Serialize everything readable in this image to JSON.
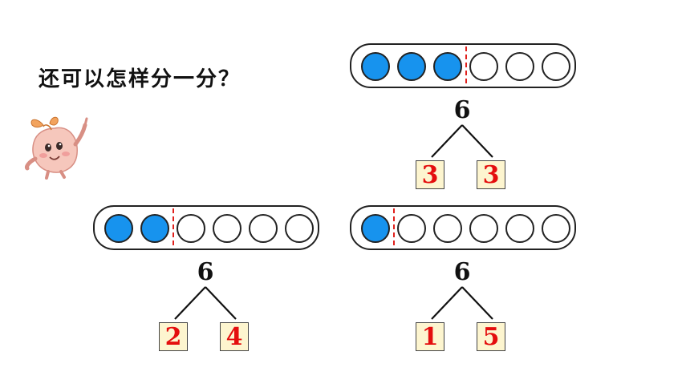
{
  "question": "还可以怎样分一分？",
  "colors": {
    "filled": "#1793ee",
    "divider": "#e0201c",
    "number": "#e40e0e",
    "box": "#fdf5cf"
  },
  "mascot": {
    "icon": "peach-mascot-icon"
  },
  "groups": [
    {
      "total": "6",
      "filled_count": 3,
      "circle_count": 6,
      "left": "3",
      "right": "3"
    },
    {
      "total": "6",
      "filled_count": 2,
      "circle_count": 6,
      "left": "2",
      "right": "4"
    },
    {
      "total": "6",
      "filled_count": 1,
      "circle_count": 6,
      "left": "1",
      "right": "5"
    }
  ]
}
